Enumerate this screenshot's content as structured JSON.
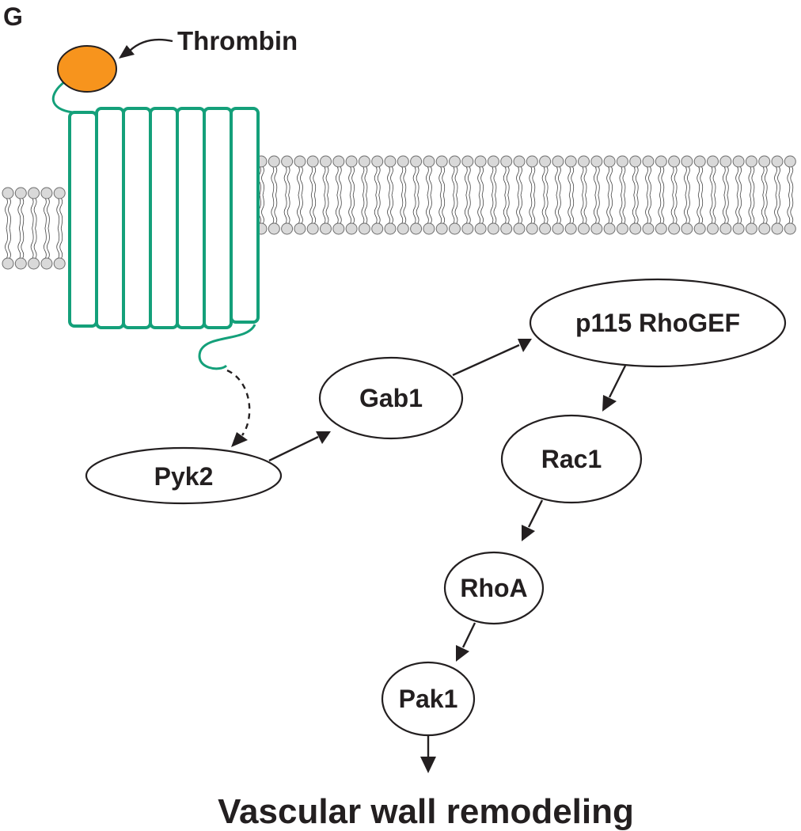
{
  "panel_label": "G",
  "colors": {
    "ligand": "#f7941d",
    "receptor": "#14a07a",
    "lipid_head": "#d9d9d9",
    "text": "#231f20"
  },
  "ligand": {
    "label": "Thrombin"
  },
  "nodes": {
    "pyk2": "Pyk2",
    "gab1": "Gab1",
    "p115": "p115 RhoGEF",
    "rac1": "Rac1",
    "rhoa": "RhoA",
    "pak1": "Pak1"
  },
  "outcome": "Vascular wall remodeling"
}
